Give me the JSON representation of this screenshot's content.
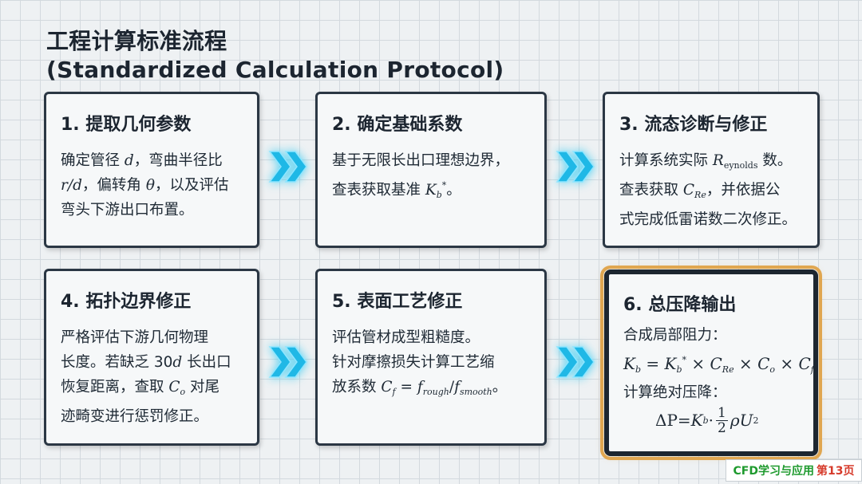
{
  "title": {
    "line1": "工程计算标准流程",
    "line2": "(Standardized Calculation Protocol)"
  },
  "steps": [
    {
      "heading": "1. 提取几何参数",
      "lines": {
        "l1a": "确定管径 ",
        "l1m": "d",
        "l1b": "，弯曲半径比",
        "l2m": "r/d",
        "l2b": "，偏转角 ",
        "l2m2": "θ",
        "l2c": "，以及评估",
        "l3": "弯头下游出口布置。"
      }
    },
    {
      "heading": "2. 确定基础系数",
      "lines": {
        "l1": "基于无限长出口理想边界，",
        "l2a": "查表获取基准 ",
        "l2m": "K",
        "l2sub": "b",
        "l2sup": "*",
        "l2b": "。"
      }
    },
    {
      "heading": "3. 流态诊断与修正",
      "lines": {
        "l1a": "计算系统实际 ",
        "l1m": "R",
        "l1sub": "eynolds",
        "l1b": " 数。",
        "l2a": "查表获取 ",
        "l2m": "C",
        "l2sub": "Re",
        "l2b": "，并依据公",
        "l3": "式完成低雷诺数二次修正。"
      }
    },
    {
      "heading": "4. 拓扑边界修正",
      "lines": {
        "l1": "严格评估下游几何物理",
        "l2a": "长度。若缺乏 30",
        "l2m": "d",
        "l2b": " 长出口",
        "l3a": "恢复距离，查取 ",
        "l3m": "C",
        "l3sub": "o",
        "l3b": " 对尾",
        "l4": "迹畸变进行惩罚修正。"
      }
    },
    {
      "heading": "5. 表面工艺修正",
      "lines": {
        "l1": "评估管材成型粗糙度。",
        "l2": "针对摩擦损失计算工艺缩",
        "l3a": "放系数 ",
        "l3m1": "C",
        "l3sub1": "f",
        "l3eq": " = ",
        "l3m2": "f",
        "l3sub2": "rough",
        "l3slash": "/",
        "l3m3": "f",
        "l3sub3": "smooth",
        "l3b": "。"
      }
    },
    {
      "heading": "6. 总压降输出",
      "lines": {
        "l1": "合成局部阻力：",
        "eq1": {
          "Kb": "K",
          "b": "b",
          "eq": " = ",
          "K2": "K",
          "b2": "b",
          "star": "*",
          "x1": " × ",
          "C1": "C",
          "Re": "Re",
          "x2": " × ",
          "C2": "C",
          "o": "o",
          "x3": " × ",
          "C3": "C",
          "f": "f"
        },
        "l3": "计算绝对压降：",
        "eq2": {
          "dP": "ΔP",
          "eq": " = ",
          "K": "K",
          "b": "b",
          "dot": " · ",
          "num": "1",
          "den": "2",
          "rho": "ρ",
          "U": "U",
          "sq": "2"
        }
      }
    }
  ],
  "footer": {
    "left": "CFD学习与应用",
    "right": "第13页"
  },
  "colors": {
    "arrow": "#1fb8e6",
    "highlight_outline": "#e0a650",
    "footer_green": "#1e9a2e",
    "footer_red": "#d63a2a"
  }
}
